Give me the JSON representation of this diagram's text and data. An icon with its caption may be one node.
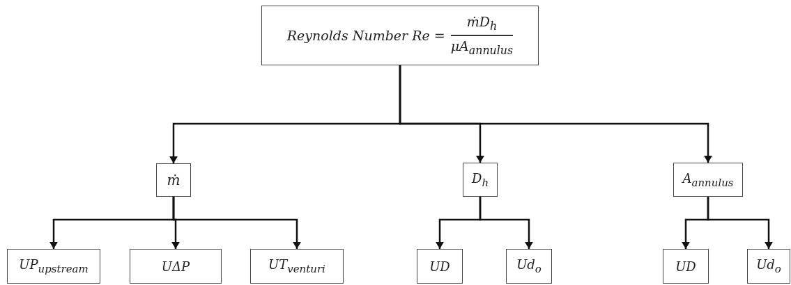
{
  "diagram": {
    "nodes": [
      {
        "text": [
          "Reynolds Number Re =",
          "ṁD$_{h}$",
          "μA$_{annulus}$"
        ]
      },
      {
        "text": [
          "ṁ"
        ]
      },
      {
        "text": [
          "D$_{h}$"
        ]
      },
      {
        "text": [
          "A$_{annulus}$"
        ]
      },
      {
        "text": [
          "UP$_{upstream}$"
        ]
      },
      {
        "text": [
          "UΔP"
        ]
      },
      {
        "text": [
          "UT$_{venturi}$"
        ]
      },
      {
        "text": [
          "UD"
        ]
      },
      {
        "text": [
          "Ud$_{o}$"
        ]
      },
      {
        "text": [
          "UD"
        ]
      },
      {
        "text": [
          "Ud$_{o}$"
        ]
      }
    ],
    "edges": [
      {
        "from": 0,
        "to": 1,
        "arrow": "to"
      },
      {
        "from": 0,
        "to": 2,
        "arrow": "to"
      },
      {
        "from": 0,
        "to": 3,
        "arrow": "to"
      },
      {
        "from": 1,
        "to": 4,
        "arrow": "to"
      },
      {
        "from": 1,
        "to": 5,
        "arrow": "to"
      },
      {
        "from": 1,
        "to": 6,
        "arrow": "to"
      },
      {
        "from": 2,
        "to": 7,
        "arrow": "to"
      },
      {
        "from": 2,
        "to": 8,
        "arrow": "to"
      },
      {
        "from": 3,
        "to": 9,
        "arrow": "to"
      },
      {
        "from": 3,
        "to": 10,
        "arrow": "to"
      }
    ]
  }
}
